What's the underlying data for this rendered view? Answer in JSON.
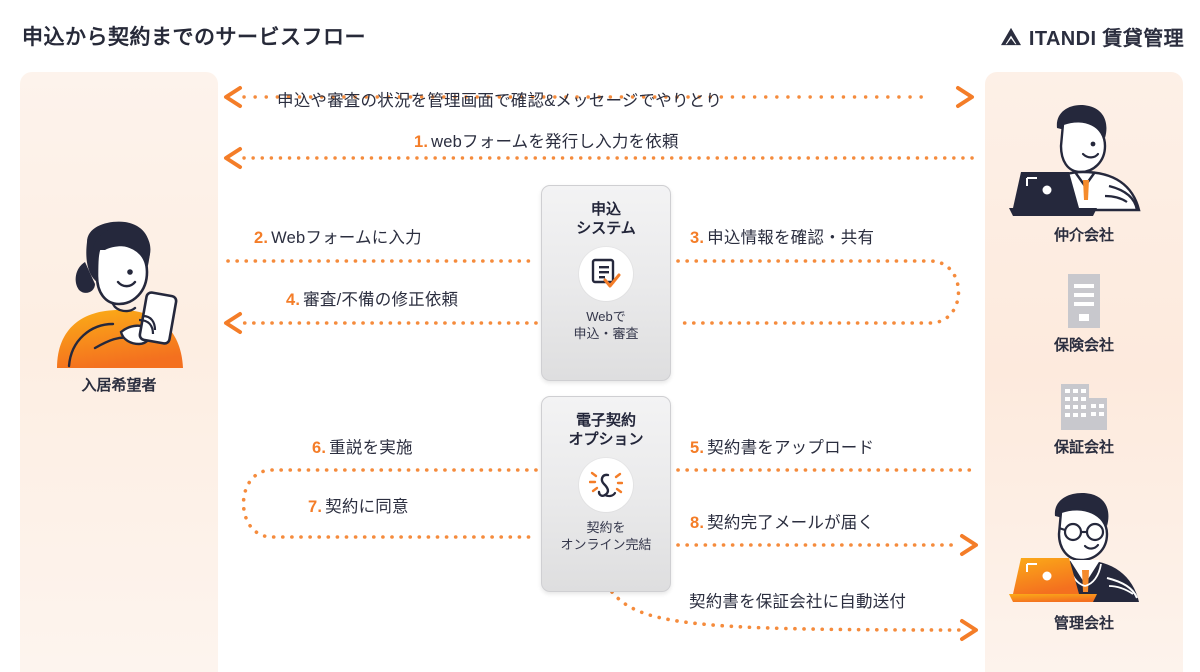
{
  "header": {
    "title": "申込から契約までのサービスフロー",
    "brand_mark": "itandi-triangle-logo",
    "brand_text": "ITANDI 賃貸管理"
  },
  "colors": {
    "accent_orange": "#f47d28",
    "dotted_orange": "#f58b3c",
    "text_dark": "#2b2e3f",
    "panel_peach": "#fdeee2",
    "card_gray": "#e9e9ea",
    "office_gray": "#c8c8cd"
  },
  "actors": {
    "left": [
      {
        "id": "tenant",
        "label": "入居希望者",
        "art": "woman-with-smartphone-illustration"
      }
    ],
    "right": [
      {
        "id": "broker",
        "label": "仲介会社",
        "art": "person-at-laptop-illustration"
      },
      {
        "id": "insurance",
        "label": "保険会社",
        "art": "document-building-icon"
      },
      {
        "id": "guarantor",
        "label": "保証会社",
        "art": "office-building-icon"
      },
      {
        "id": "management",
        "label": "管理会社",
        "art": "person-glasses-orange-laptop-illustration"
      }
    ]
  },
  "cards": [
    {
      "id": "apply-system",
      "title": "申込\nシステム",
      "icon": "document-check-icon",
      "subtitle": "Webで\n申込・審査"
    },
    {
      "id": "e-contract-option",
      "title": "電子契約\nオプション",
      "icon": "signature-pen-icon",
      "subtitle": "契約を\nオンライン完結"
    }
  ],
  "flows": [
    {
      "id": "flow-status",
      "num": "",
      "text": "申込や審査の状況を管理画面で確認&メッセージでやりとり"
    },
    {
      "id": "flow-1",
      "num": "1.",
      "text": "webフォームを発行し入力を依頼"
    },
    {
      "id": "flow-2",
      "num": "2.",
      "text": "Webフォームに入力"
    },
    {
      "id": "flow-3",
      "num": "3.",
      "text": "申込情報を確認・共有"
    },
    {
      "id": "flow-4",
      "num": "4.",
      "text": "審査/不備の修正依頼"
    },
    {
      "id": "flow-5",
      "num": "5.",
      "text": "契約書をアップロード"
    },
    {
      "id": "flow-6",
      "num": "6.",
      "text": "重説を実施"
    },
    {
      "id": "flow-7",
      "num": "7.",
      "text": "契約に同意"
    },
    {
      "id": "flow-8",
      "num": "8.",
      "text": "契約完了メールが届く"
    },
    {
      "id": "flow-auto-send",
      "num": "",
      "text": "契約書を保証会社に自動送付"
    }
  ]
}
